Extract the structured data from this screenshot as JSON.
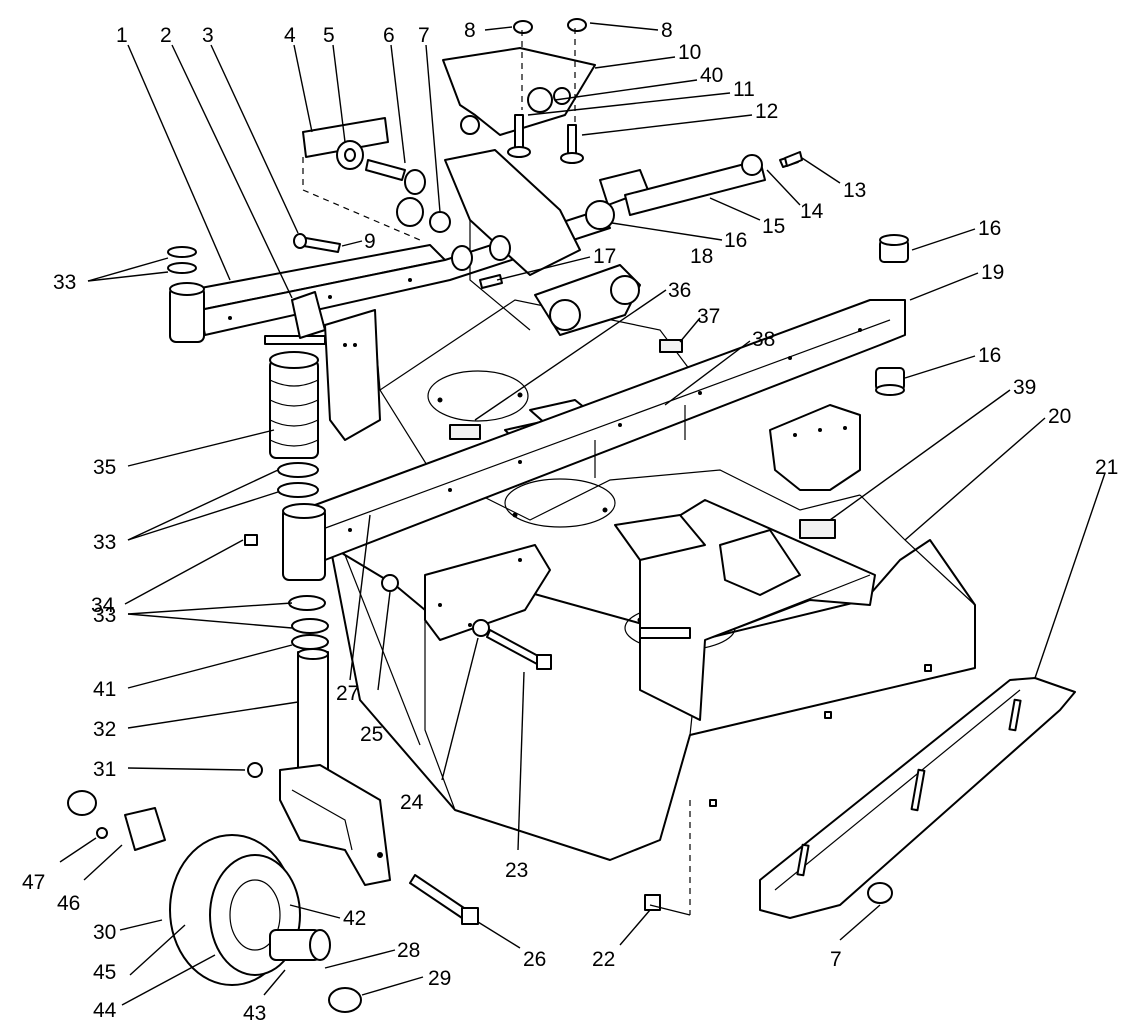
{
  "diagram": {
    "labels": [
      {
        "id": "1",
        "text": "1"
      },
      {
        "id": "2",
        "text": "2"
      },
      {
        "id": "3",
        "text": "3"
      },
      {
        "id": "4",
        "text": "4"
      },
      {
        "id": "5",
        "text": "5"
      },
      {
        "id": "6",
        "text": "6"
      },
      {
        "id": "7a",
        "text": "7"
      },
      {
        "id": "8a",
        "text": "8"
      },
      {
        "id": "8b",
        "text": "8"
      },
      {
        "id": "10",
        "text": "10"
      },
      {
        "id": "40",
        "text": "40"
      },
      {
        "id": "11",
        "text": "11"
      },
      {
        "id": "12",
        "text": "12"
      },
      {
        "id": "9",
        "text": "9"
      },
      {
        "id": "13",
        "text": "13"
      },
      {
        "id": "14",
        "text": "14"
      },
      {
        "id": "15",
        "text": "15"
      },
      {
        "id": "16a",
        "text": "16"
      },
      {
        "id": "16b",
        "text": "16"
      },
      {
        "id": "16c",
        "text": "16"
      },
      {
        "id": "17",
        "text": "17"
      },
      {
        "id": "18",
        "text": "18"
      },
      {
        "id": "19",
        "text": "19"
      },
      {
        "id": "33a",
        "text": "33"
      },
      {
        "id": "36",
        "text": "36"
      },
      {
        "id": "37",
        "text": "37"
      },
      {
        "id": "38",
        "text": "38"
      },
      {
        "id": "39",
        "text": "39"
      },
      {
        "id": "20",
        "text": "20"
      },
      {
        "id": "21",
        "text": "21"
      },
      {
        "id": "35",
        "text": "35"
      },
      {
        "id": "33b",
        "text": "33"
      },
      {
        "id": "34",
        "text": "34"
      },
      {
        "id": "33c",
        "text": "33"
      },
      {
        "id": "41",
        "text": "41"
      },
      {
        "id": "32",
        "text": "32"
      },
      {
        "id": "27",
        "text": "27"
      },
      {
        "id": "25",
        "text": "25"
      },
      {
        "id": "24",
        "text": "24"
      },
      {
        "id": "23",
        "text": "23"
      },
      {
        "id": "31",
        "text": "31"
      },
      {
        "id": "47",
        "text": "47"
      },
      {
        "id": "46",
        "text": "46"
      },
      {
        "id": "30",
        "text": "30"
      },
      {
        "id": "42",
        "text": "42"
      },
      {
        "id": "28",
        "text": "28"
      },
      {
        "id": "29",
        "text": "29"
      },
      {
        "id": "45",
        "text": "45"
      },
      {
        "id": "44",
        "text": "44"
      },
      {
        "id": "43",
        "text": "43"
      },
      {
        "id": "26",
        "text": "26"
      },
      {
        "id": "22",
        "text": "22"
      },
      {
        "id": "7b",
        "text": "7"
      }
    ]
  }
}
